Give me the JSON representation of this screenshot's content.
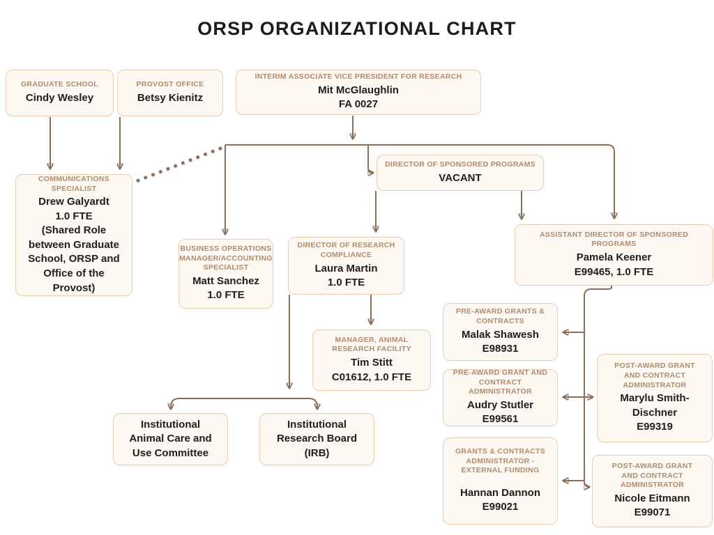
{
  "title": "ORSP ORGANIZATIONAL CHART",
  "colors": {
    "background": "#ffffff",
    "box_fill": "#fdf8f1",
    "box_border": "#e9cbb0",
    "role_text": "#b08a6e",
    "name_text": "#1e1e1e",
    "connector_line": "#8a6e5c"
  },
  "nodes": {
    "graduate_school": {
      "role": "GRADUATE SCHOOL",
      "name": "Cindy Wesley",
      "detail": ""
    },
    "provost_office": {
      "role": "PROVOST OFFICE",
      "name": "Betsy Kienitz",
      "detail": ""
    },
    "interim_avp": {
      "role": "INTERIM ASSOCIATE VICE PRESIDENT FOR RESEARCH",
      "name": "Mit McGlaughlin",
      "detail": "FA 0027"
    },
    "communications_specialist": {
      "role": "COMMUNICATIONS\nSPECIALIST",
      "name": "Drew Galyardt",
      "detail": "1.0 FTE\n(Shared Role\nbetween Graduate\nSchool, ORSP and\nOffice of the\nProvost)"
    },
    "business_operations": {
      "role": "BUSINESS OPERATIONS\nMANAGER/ACCOUNTING\nSPECIALIST",
      "name": "Matt Sanchez",
      "detail": "1.0 FTE"
    },
    "director_research_compliance": {
      "role": "DIRECTOR OF RESEARCH\nCOMPLIANCE",
      "name": "Laura Martin",
      "detail": "1.0 FTE"
    },
    "director_sponsored_programs": {
      "role": "DIRECTOR OF SPONSORED PROGRAMS",
      "name": "VACANT",
      "detail": ""
    },
    "assistant_director_sponsored_programs": {
      "role": "ASSISTANT DIRECTOR OF SPONSORED\nPROGRAMS",
      "name": "Pamela Keener",
      "detail": "E99465, 1.0 FTE"
    },
    "manager_animal_research_facility": {
      "role": "MANAGER, ANIMAL\nRESEARCH FACILITY",
      "name": "Tim Stitt",
      "detail": "C01612, 1.0 FTE"
    },
    "iacuc": {
      "name": "Institutional\nAnimal Care and\nUse Committee"
    },
    "irb": {
      "name": "Institutional\nResearch Board\n(IRB)"
    },
    "pre_award_grants_contracts": {
      "role": "PRE-AWARD GRANTS &\nCONTRACTS",
      "name": "Malak Shawesh",
      "detail": "E98931"
    },
    "pre_award_grant_contract_admin": {
      "role": "PRE-AWARD GRANT AND\nCONTRACT\nADMINISTRATOR",
      "name": "Audry Stutler",
      "detail": "E99561"
    },
    "grants_contracts_admin_external": {
      "role": "GRANTS & CONTRACTS\nADMINISTRATOR -\nEXTERNAL FUNDING",
      "name": "Hannan Dannon",
      "detail": "E99021"
    },
    "post_award_admin_1": {
      "role": "POST-AWARD GRANT\nAND CONTRACT\nADMINISTRATOR",
      "name": "Marylu Smith-\nDischner",
      "detail": "E99319"
    },
    "post_award_admin_2": {
      "role": "POST-AWARD GRANT\nAND CONTRACT\nADMINISTRATOR",
      "name": "Nicole Eitmann",
      "detail": "E99071"
    }
  }
}
